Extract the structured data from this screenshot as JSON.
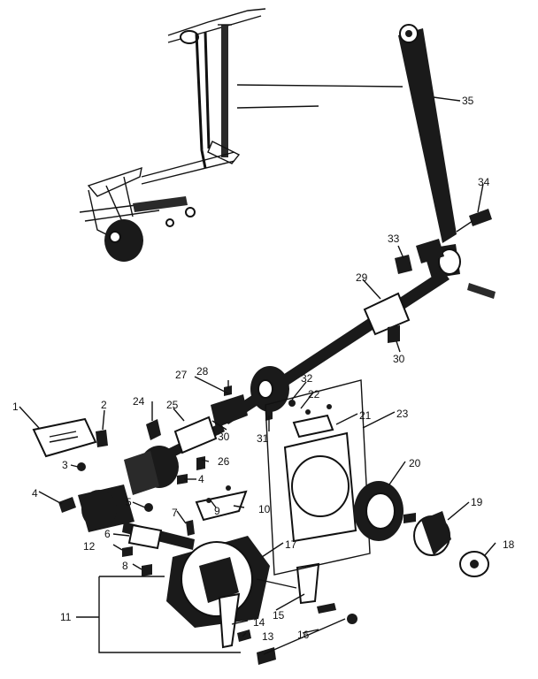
{
  "diagram": {
    "callouts": [
      {
        "id": "c1",
        "label": "1"
      },
      {
        "id": "c2",
        "label": "2"
      },
      {
        "id": "c3",
        "label": "3"
      },
      {
        "id": "c4a",
        "label": "4"
      },
      {
        "id": "c4b",
        "label": "4"
      },
      {
        "id": "c5",
        "label": "5"
      },
      {
        "id": "c6",
        "label": "6"
      },
      {
        "id": "c7",
        "label": "7"
      },
      {
        "id": "c8",
        "label": "8"
      },
      {
        "id": "c9",
        "label": "9"
      },
      {
        "id": "c10",
        "label": "10"
      },
      {
        "id": "c11",
        "label": "11"
      },
      {
        "id": "c12",
        "label": "12"
      },
      {
        "id": "c13",
        "label": "13"
      },
      {
        "id": "c14",
        "label": "14"
      },
      {
        "id": "c15",
        "label": "15"
      },
      {
        "id": "c16",
        "label": "16"
      },
      {
        "id": "c17",
        "label": "17"
      },
      {
        "id": "c18",
        "label": "18"
      },
      {
        "id": "c19",
        "label": "19"
      },
      {
        "id": "c20",
        "label": "20"
      },
      {
        "id": "c21",
        "label": "21"
      },
      {
        "id": "c22",
        "label": "22"
      },
      {
        "id": "c23",
        "label": "23"
      },
      {
        "id": "c24",
        "label": "24"
      },
      {
        "id": "c25",
        "label": "25"
      },
      {
        "id": "c26",
        "label": "26"
      },
      {
        "id": "c27",
        "label": "27"
      },
      {
        "id": "c28",
        "label": "28"
      },
      {
        "id": "c29",
        "label": "29"
      },
      {
        "id": "c30a",
        "label": "30"
      },
      {
        "id": "c30b",
        "label": "30"
      },
      {
        "id": "c31",
        "label": "31"
      },
      {
        "id": "c32",
        "label": "32"
      },
      {
        "id": "c33",
        "label": "33"
      },
      {
        "id": "c34",
        "label": "34"
      },
      {
        "id": "c35",
        "label": "35"
      }
    ]
  }
}
